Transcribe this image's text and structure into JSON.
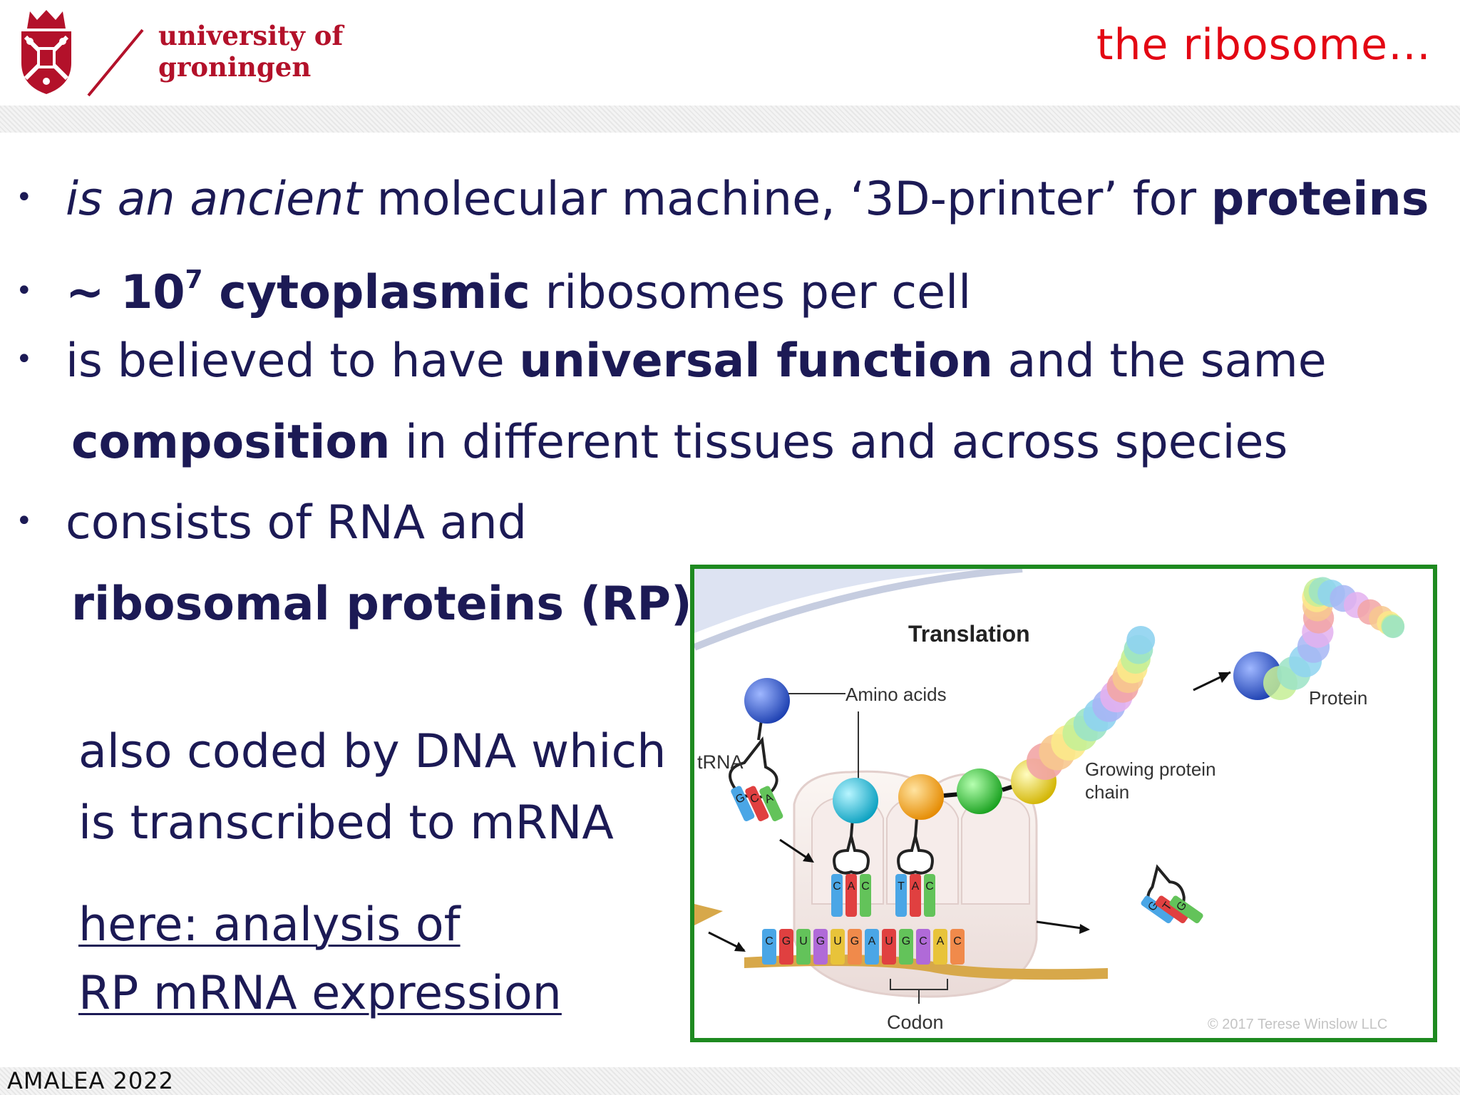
{
  "header": {
    "university_line1": "university of",
    "university_line2": "groningen",
    "slide_title": "the ribosome…"
  },
  "bullets": {
    "b1_italic": "is an ancient",
    "b1_text": " molecular machine, ‘3D-printer’ for ",
    "b1_bold": "proteins",
    "b2_prefix": "~ 10",
    "b2_sup": "7",
    "b2_bold": " cytoplasmic",
    "b2_text": " ribosomes per cell",
    "b3_text1": "is believed to have ",
    "b3_bold1": "universal function",
    "b3_text2": " and the same",
    "b3_bold2": "composition",
    "b3_text3": " in different tissues and across species",
    "b4_text": "consists of RNA and",
    "b4_bold": "ribosomal proteins (RP)"
  },
  "body": {
    "line1": "also coded by DNA which",
    "line2": "is transcribed to mRNA",
    "link1": "here: analysis of ",
    "link2": "RP mRNA expression"
  },
  "figure": {
    "title": "Translation",
    "label_trna": "tRNA",
    "label_amino": "Amino acids",
    "label_growing1": "Growing protein",
    "label_growing2": "chain",
    "label_protein": "Protein",
    "label_codon": "Codon",
    "copyright": "© 2017 Terese Winslow LLC",
    "bases_mrna": [
      "C",
      "G",
      "U",
      "G",
      "U",
      "G",
      "A",
      "U",
      "G",
      "C",
      "A",
      "C"
    ],
    "bases_trna_left": [
      "C",
      "A",
      "C"
    ],
    "bases_trna_right": [
      "T",
      "A",
      "C"
    ],
    "bases_trna_in": [
      "G",
      "C",
      "A"
    ],
    "bases_trna_out": [
      "G",
      "T",
      "G"
    ]
  },
  "footer": {
    "text": "AMALEA 2022"
  }
}
